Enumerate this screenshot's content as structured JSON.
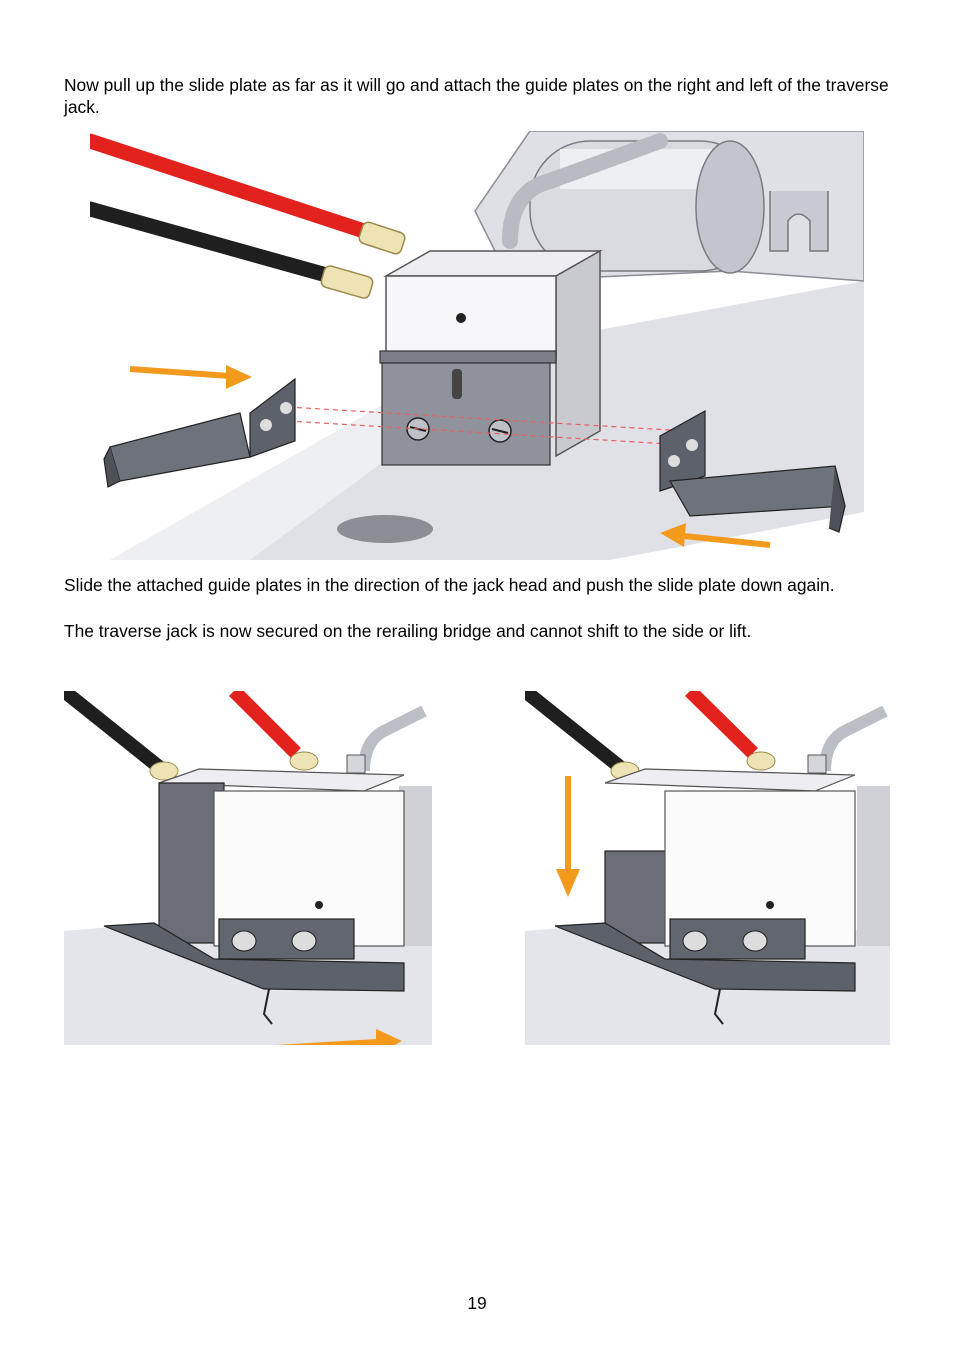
{
  "text": {
    "intro": "Now pull up the slide plate as far as it will go and attach the guide plates on the right and left of the traverse jack.",
    "slide": "Slide the attached guide plates in the direction of the jack head and push the slide plate down again.",
    "secured": "The traverse jack is now secured on the rerailing bridge and cannot shift to the side or lift."
  },
  "page_number": "19",
  "colors": {
    "arrow": "#f39a1c",
    "cable_red": "#e3211d",
    "cable_black": "#1f1f1f",
    "plate_gray": "#62666e",
    "bridge_gray": "#dcdde3"
  }
}
